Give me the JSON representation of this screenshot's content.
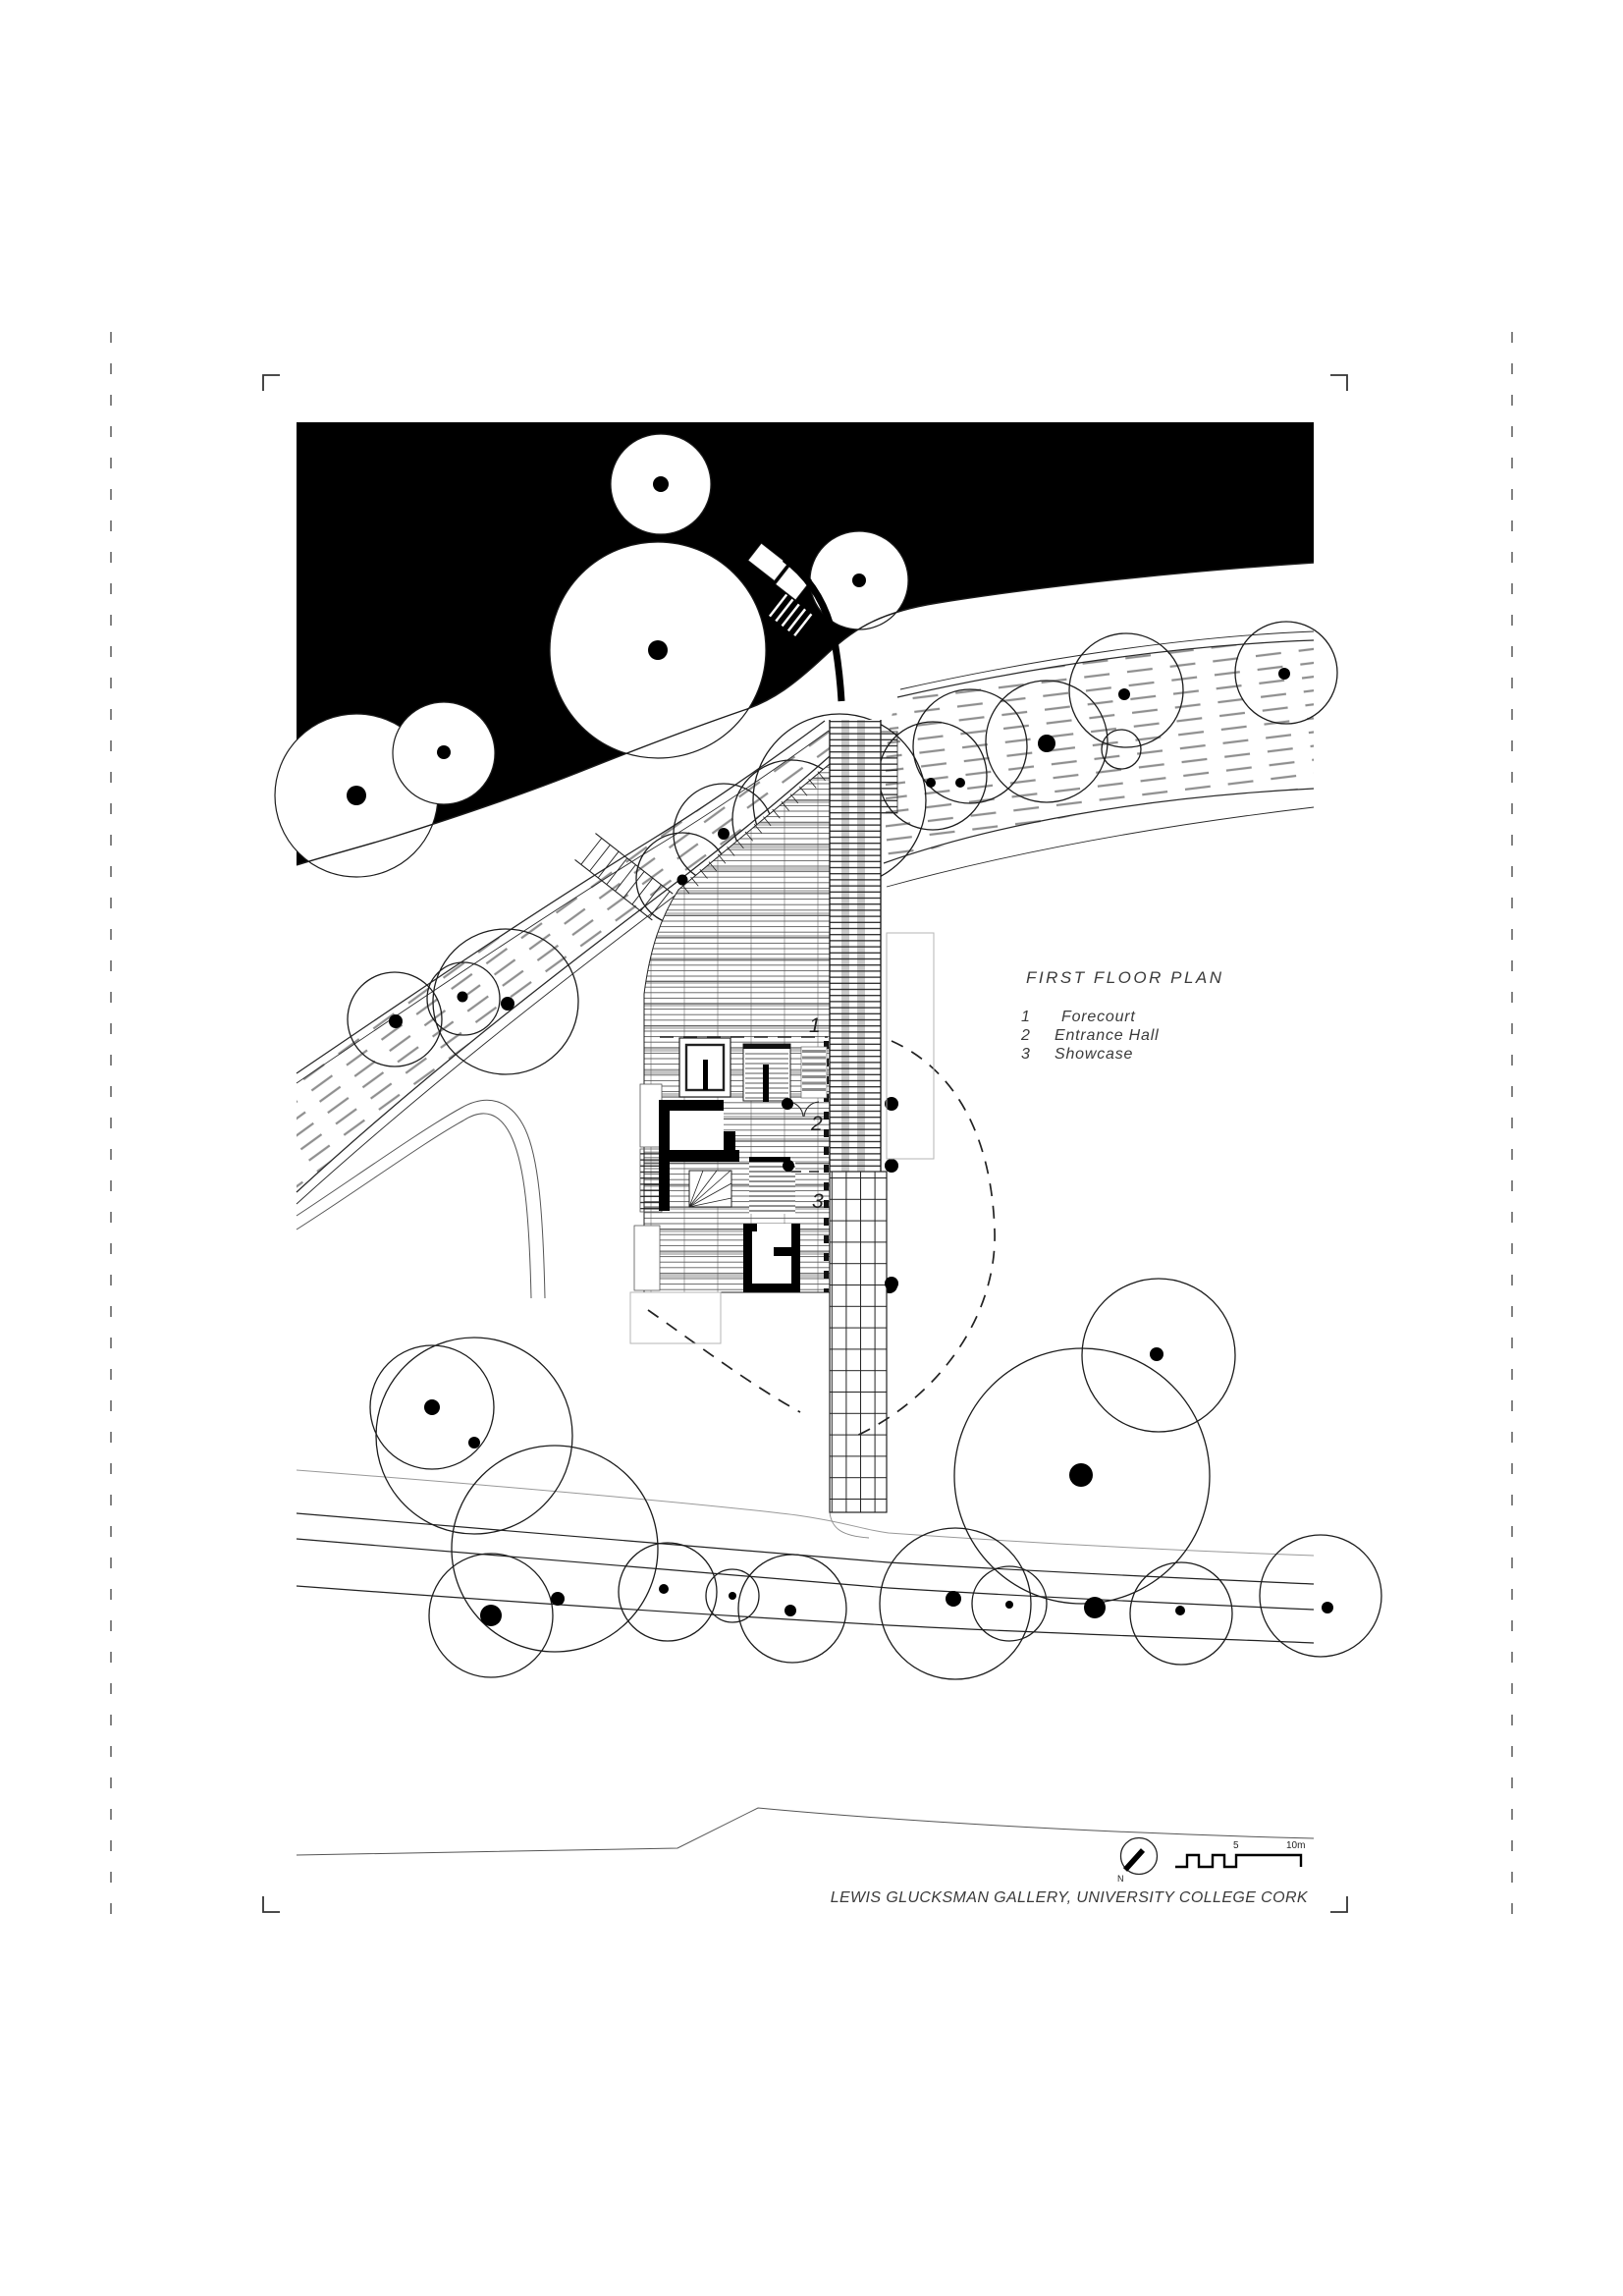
{
  "title": "LEWIS GLUCKSMAN GALLERY, UNIVERSITY COLLEGE CORK",
  "plan_title": "FIRST FLOOR PLAN",
  "legend": [
    {
      "num": "1",
      "label": "Forecourt"
    },
    {
      "num": "2",
      "label": "Entrance Hall"
    },
    {
      "num": "3",
      "label": "Showcase"
    }
  ],
  "room_labels": [
    "1",
    "2",
    "3"
  ],
  "north_label": "N",
  "scale_bar": {
    "mid_label": "5",
    "end_label": "10m"
  },
  "colors": {
    "ink": "#1a1a1a",
    "landmass": "#000000",
    "hatch_gray": "#8f8f8f",
    "faint": "#b5b5b5"
  }
}
